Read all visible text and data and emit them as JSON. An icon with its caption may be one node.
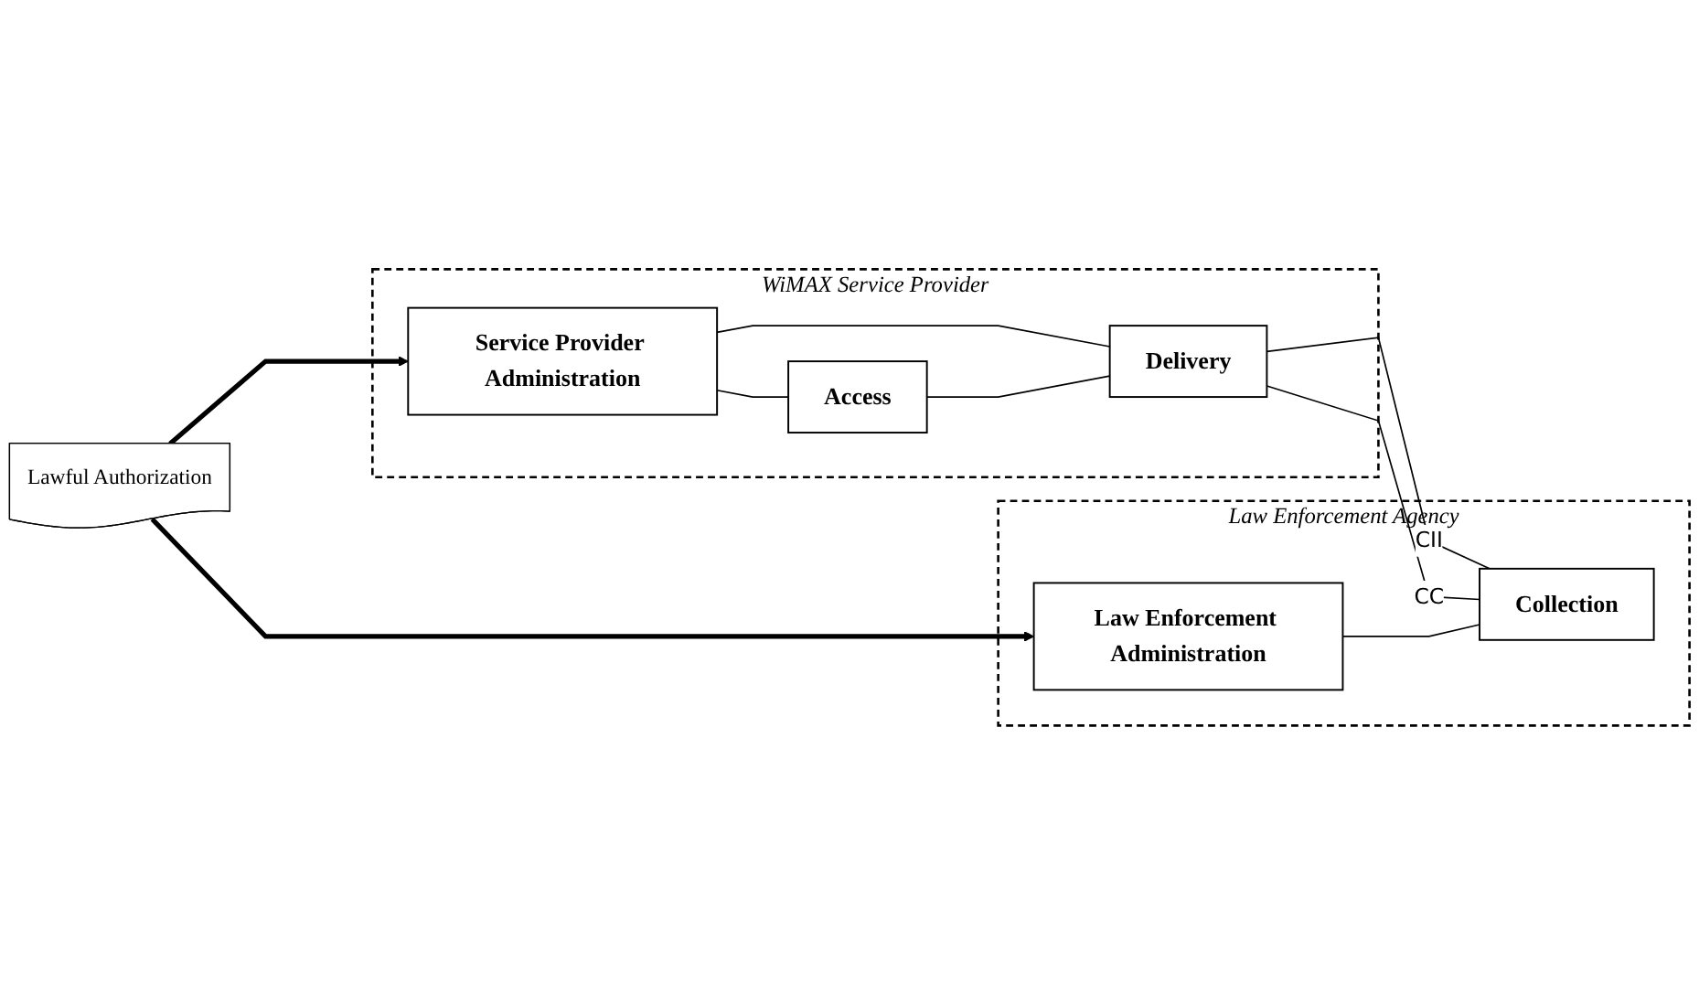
{
  "diagram": {
    "nodes": [
      {
        "text": [
          "WiMAX Service Provider"
        ]
      },
      {
        "text": [
          "Access"
        ],
        "in": 0
      },
      {
        "text": [
          "Service Provider Administration"
        ],
        "in": 0
      },
      {
        "text": [
          "Delivery"
        ],
        "in": 0
      },
      {
        "text": [
          "Lawful Authorization"
        ]
      },
      {
        "text": [
          "Law Enforcement Agency"
        ]
      },
      {
        "text": [
          "Law Enforcement Administration"
        ],
        "in": 5
      },
      {
        "text": [
          "Collection"
        ],
        "in": 5
      }
    ],
    "edges": [
      {
        "from": 4,
        "to": 2,
        "arrow": "to",
        "style": "thick"
      },
      {
        "from": 4,
        "to": 6,
        "arrow": "to",
        "style": "thick"
      },
      {
        "from": 2,
        "to": 1,
        "arrow": "none"
      },
      {
        "from": 2,
        "to": 3,
        "arrow": "none"
      },
      {
        "from": 1,
        "to": 3,
        "arrow": "none"
      },
      {
        "from": 3,
        "to": 7,
        "arrow": "none",
        "label": "CII"
      },
      {
        "from": 3,
        "to": 7,
        "arrow": "none",
        "label": "CC"
      },
      {
        "from": 6,
        "to": 7,
        "arrow": "none"
      }
    ]
  }
}
